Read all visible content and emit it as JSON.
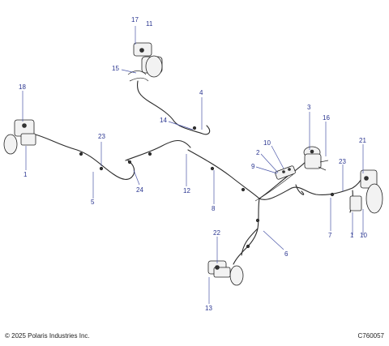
{
  "footer": {
    "copyright": "© 2025 Polaris Industries Inc.",
    "figure_id": "C760057"
  },
  "callouts": {
    "c17": "17",
    "c11": "11",
    "c15": "15",
    "c18": "18",
    "c1": "1",
    "c23a": "23",
    "c5": "5",
    "c24": "24",
    "c4": "4",
    "c14": "14",
    "c12": "12",
    "c8": "8",
    "c10a": "10",
    "c2": "2",
    "c9": "9",
    "c3": "3",
    "c16": "16",
    "c21": "21",
    "c23b": "23",
    "c7": "7",
    "c1b": "1",
    "c10b": "10",
    "c22": "22",
    "c6": "6",
    "c13": "13"
  }
}
